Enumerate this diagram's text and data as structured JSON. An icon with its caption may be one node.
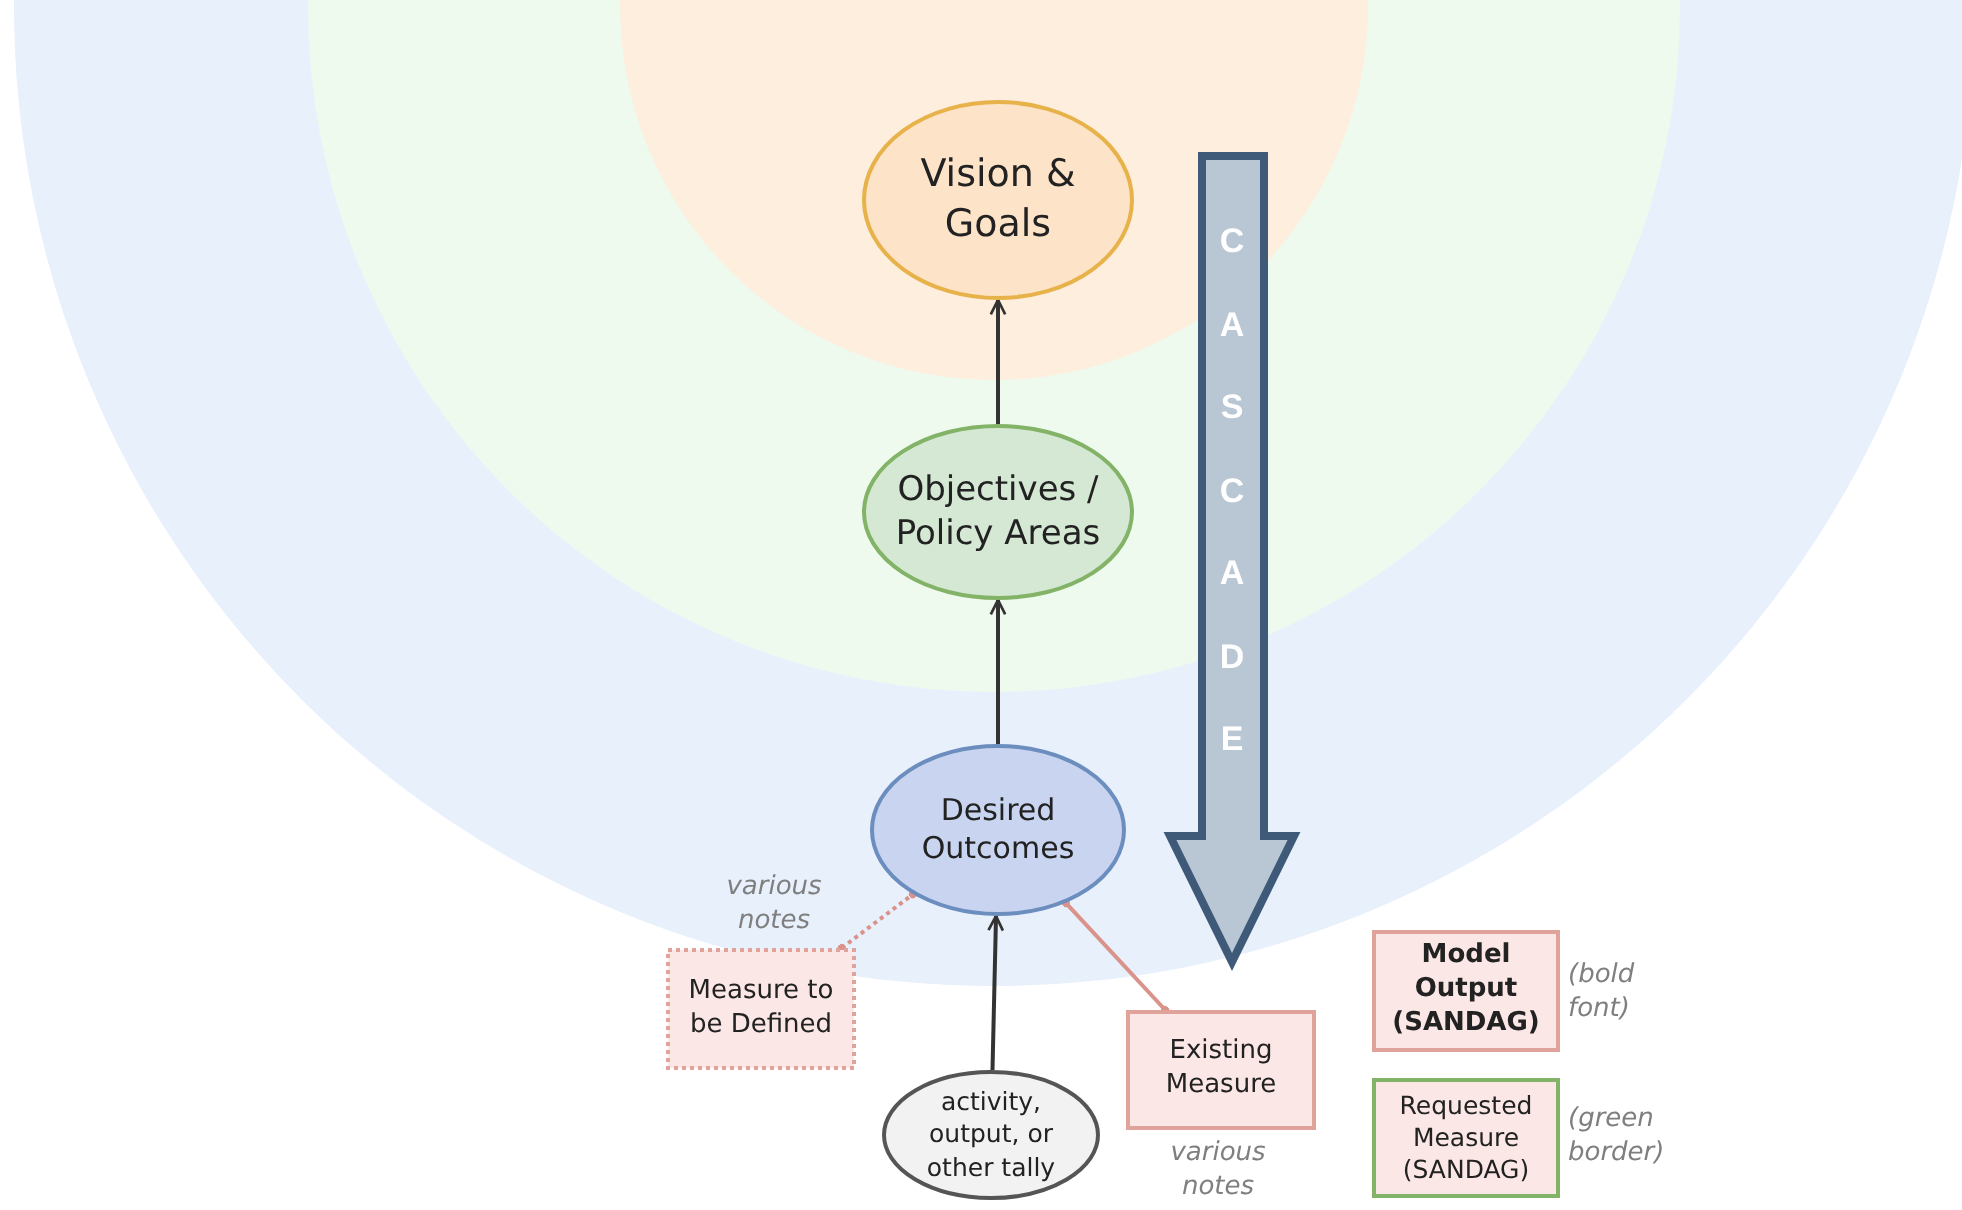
{
  "diagram": {
    "nodes": [
      {
        "text": [
          "Vision & Goals"
        ]
      },
      {
        "text": [
          "Objectives / Policy Areas"
        ]
      },
      {
        "text": [
          "Desired Outcomes"
        ]
      },
      {
        "text": [
          "Measure to be Defined"
        ],
        "beside": [
          "various notes"
        ]
      },
      {
        "text": [
          "activity, output, or other tally"
        ]
      },
      {
        "text": [
          "Existing Measure"
        ],
        "beside": [
          "various notes"
        ]
      },
      {
        "text": [
          "Model Output (SANDAG)"
        ],
        "beside": [
          "(bold font)"
        ]
      },
      {
        "text": [
          "Requested Measure (SANDAG)"
        ],
        "beside": [
          "(green border)"
        ]
      }
    ],
    "edges": [
      {
        "from": 1,
        "to": 0,
        "arrow": "to"
      },
      {
        "from": 2,
        "to": 1,
        "arrow": "to"
      },
      {
        "from": 4,
        "to": 2,
        "arrow": "to"
      },
      {
        "from": 3,
        "to": 2,
        "arrow": "other",
        "style": "dashed",
        "color": "#d9938a"
      },
      {
        "from": 5,
        "to": 2,
        "arrow": "other",
        "color": "#d9938a"
      }
    ],
    "labels": [
      "CASCADE"
    ]
  }
}
